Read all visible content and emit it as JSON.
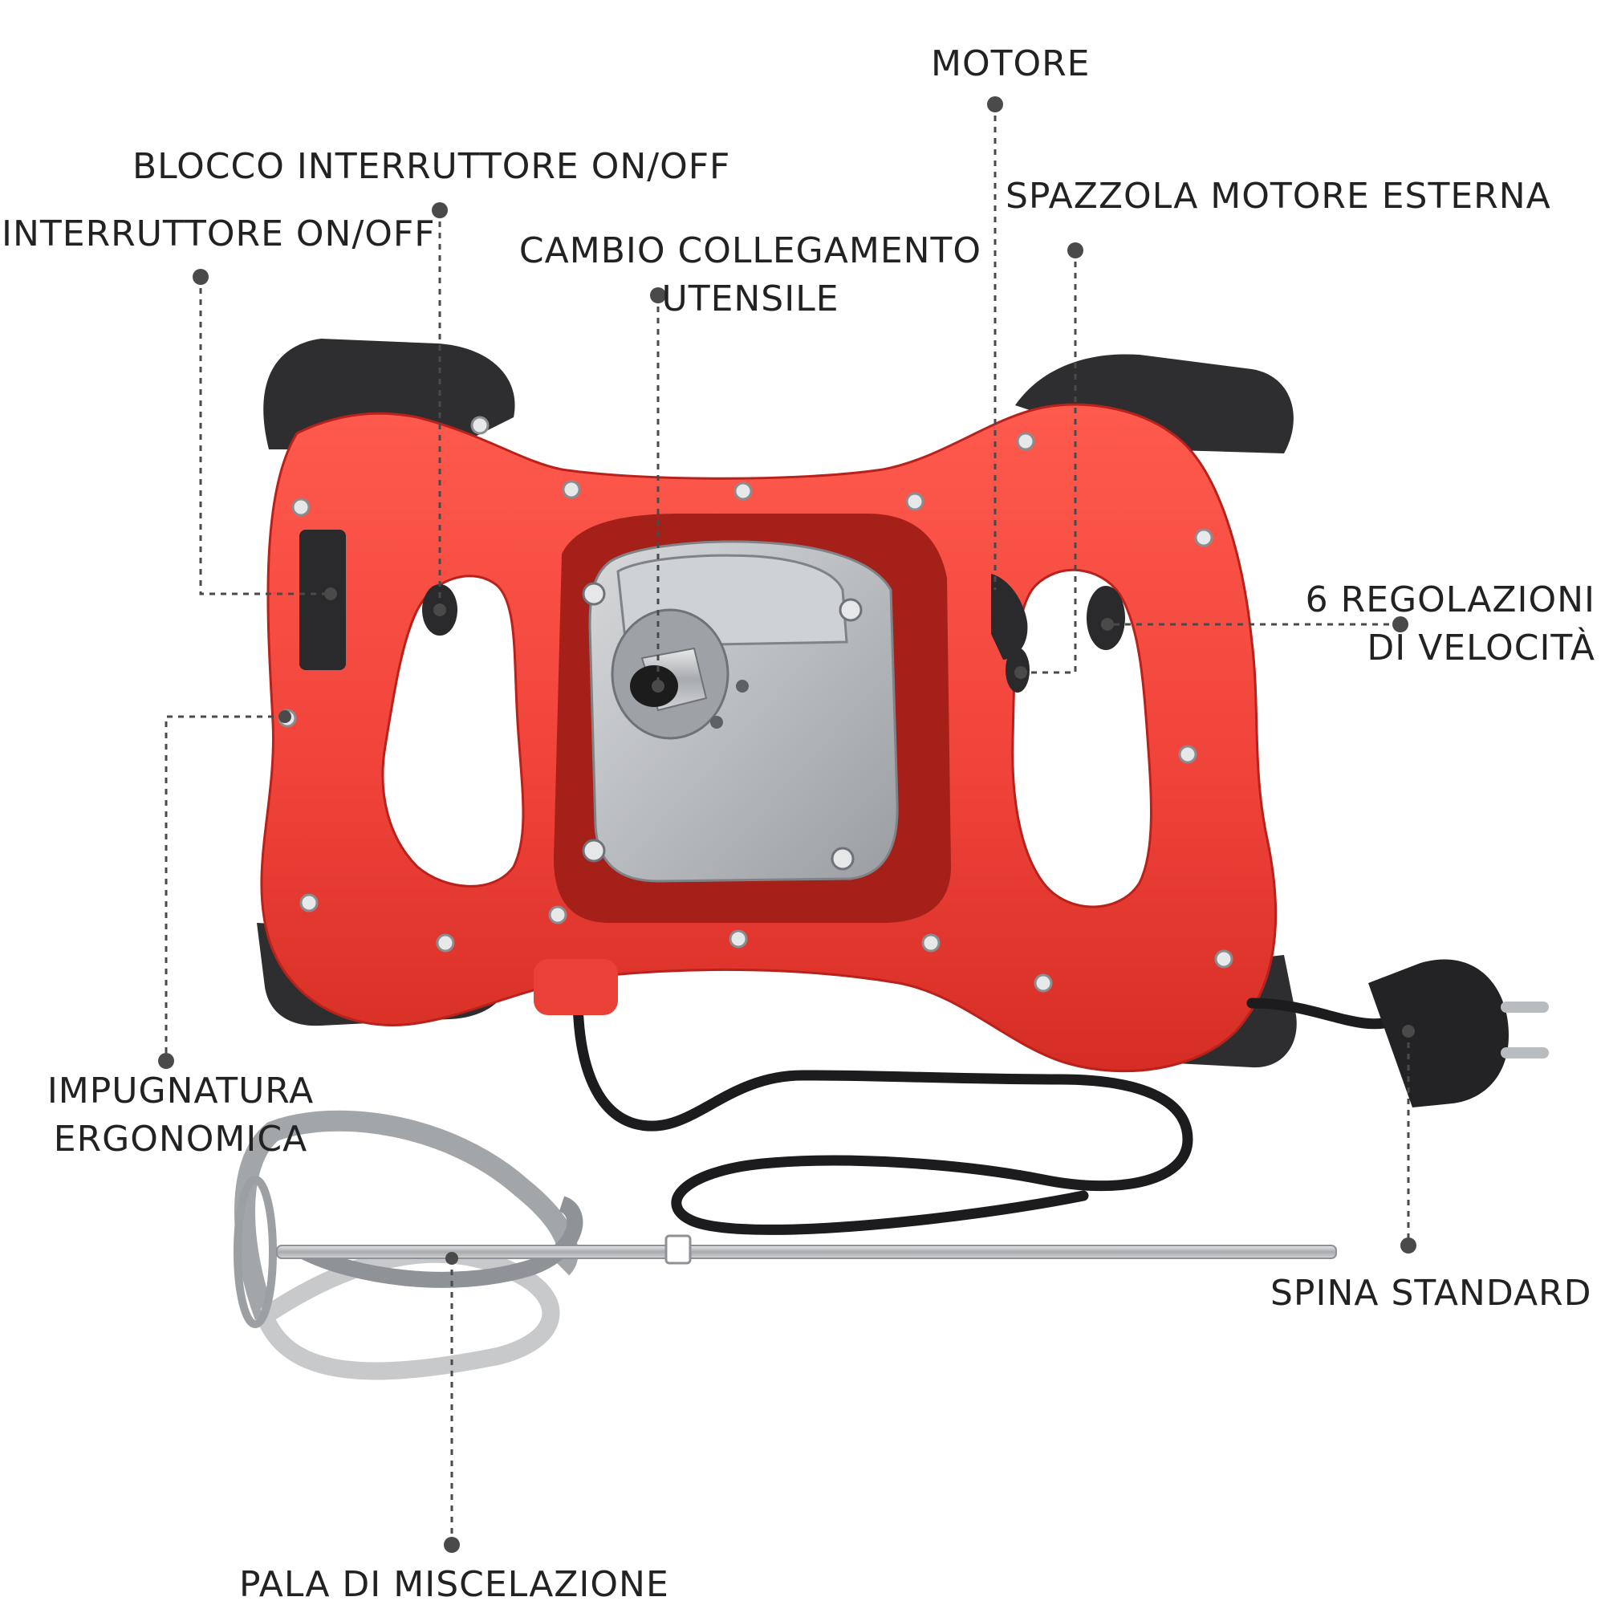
{
  "colors": {
    "body": "#f0433a",
    "body_shade": "#c9241f",
    "grip": "#2e2e30",
    "metal": "#b9bcbf",
    "metal_dark": "#8e9296",
    "leader": "#4a4a4a",
    "text": "#222222"
  },
  "labels": {
    "motore": "MOTORE",
    "blocco_interruttore": "BLOCCO INTERRUTTORE ON/OFF",
    "interruttore": "INTERRUTTORE ON/OFF",
    "cambio_line1": "CAMBIO COLLEGAMENTO",
    "cambio_line2": "UTENSILE",
    "spazzola": "SPAZZOLA MOTORE ESTERNA",
    "velocita_line1": "6 REGOLAZIONI",
    "velocita_line2": "DI VELOCITÀ",
    "impugnatura_line1": "IMPUGNATURA",
    "impugnatura_line2": "ERGONOMICA",
    "spina": "SPINA STANDARD",
    "pala": "PALA DI MISCELAZIONE"
  }
}
